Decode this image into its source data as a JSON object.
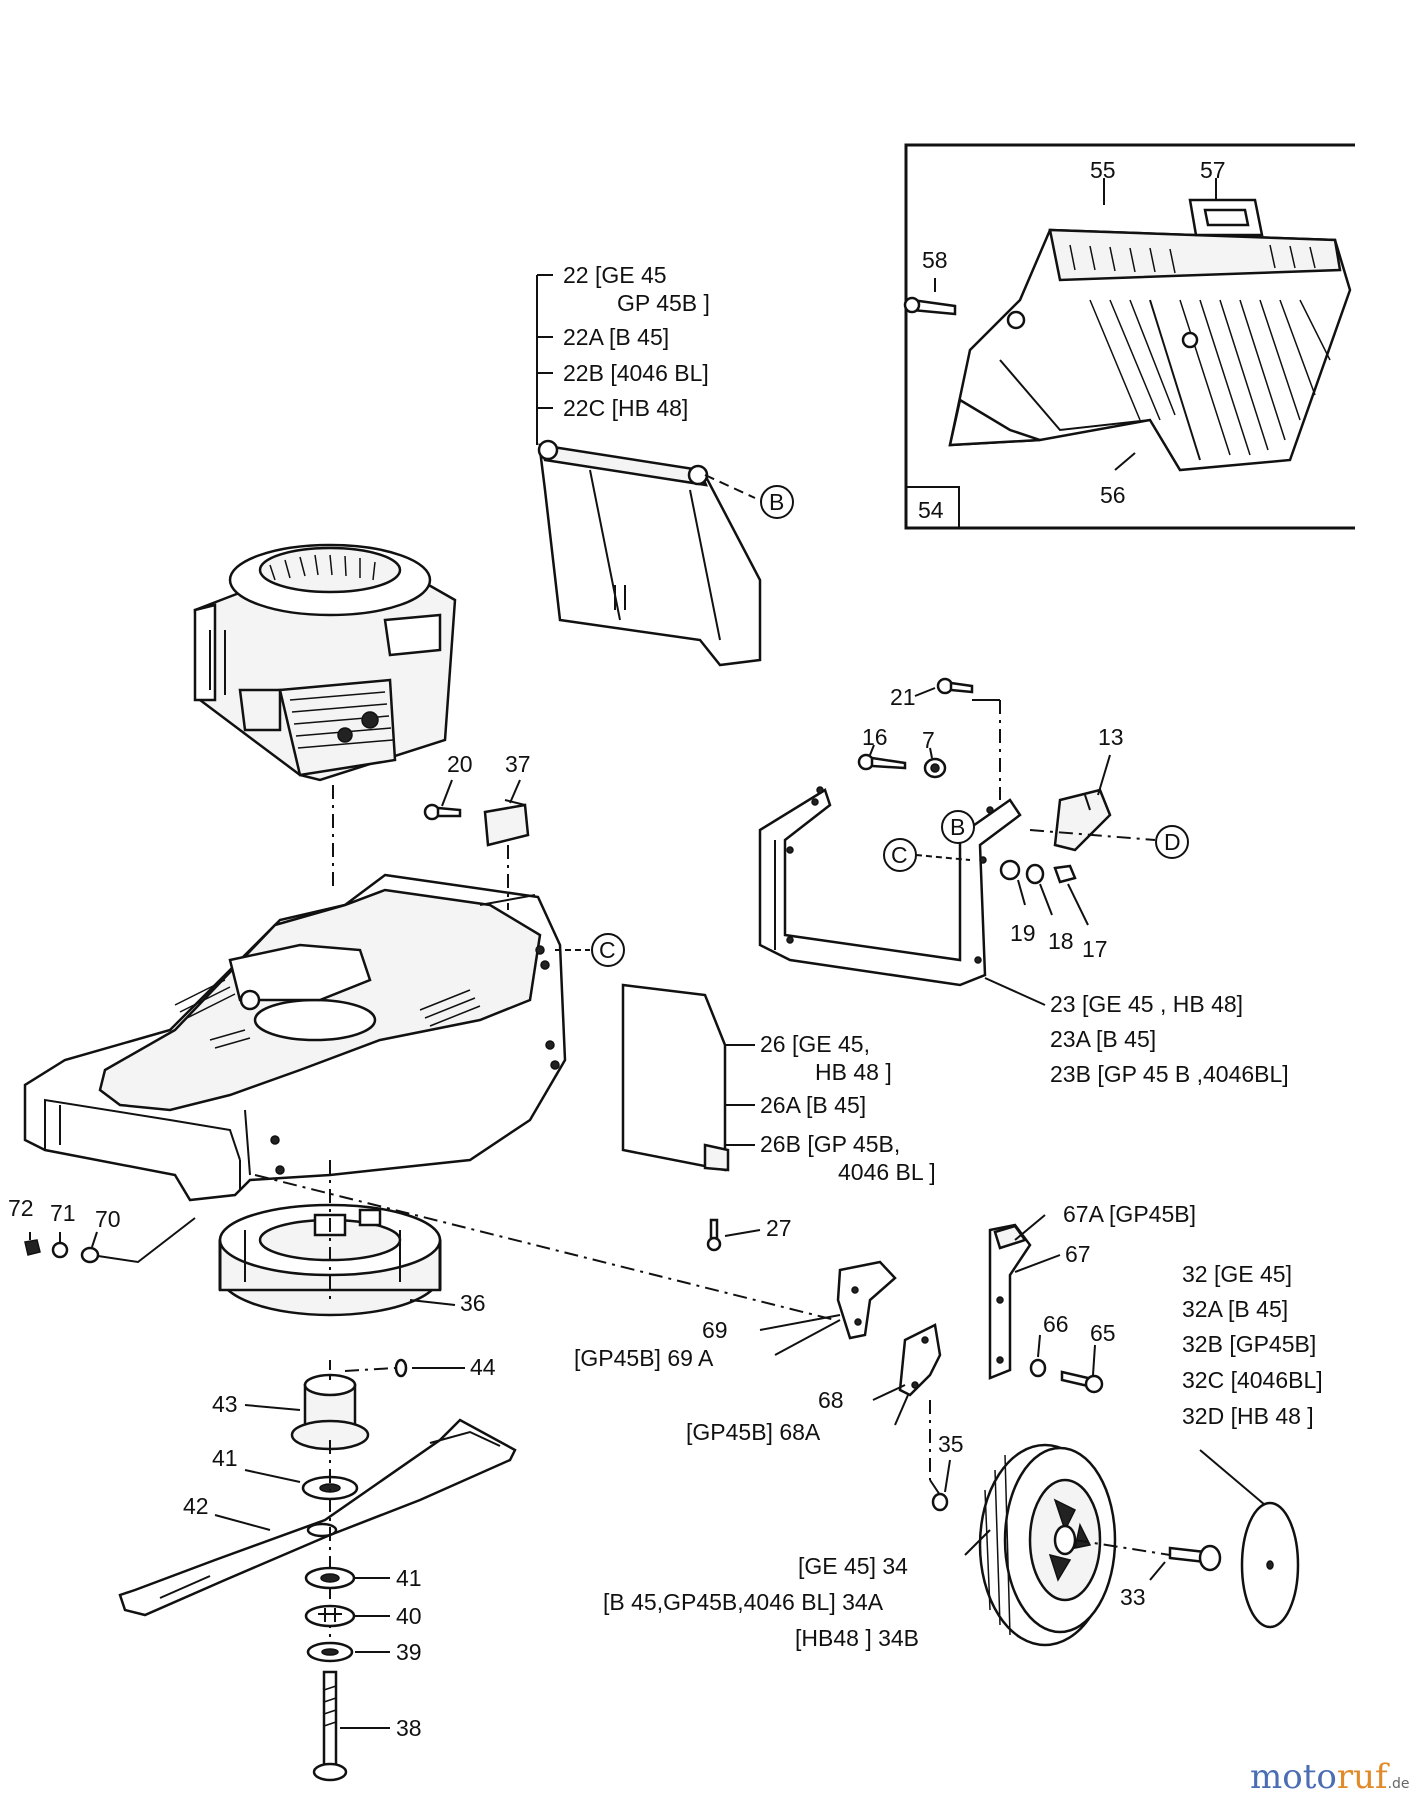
{
  "inset": {
    "box_label": "54",
    "labels": [
      "55",
      "57",
      "58",
      "56"
    ]
  },
  "callouts": {
    "B": "B",
    "C": "C",
    "D": "D"
  },
  "labels": {
    "l22": "22 [GE 45",
    "l22b": "GP 45B ]",
    "l22A": "22A [B 45]",
    "l22B": "22B [4046 BL]",
    "l22C": "22C [HB 48]",
    "l21": "21",
    "l16": "16",
    "l7": "7",
    "l13": "13",
    "l20": "20",
    "l37": "37",
    "l19": "19",
    "l18": "18",
    "l17": "17",
    "l23": "23 [GE 45 , HB 48]",
    "l23A": "23A [B 45]",
    "l23B": "23B [GP 45 B ,4046BL]",
    "l26": "26 [GE 45,",
    "l26b": "HB 48 ]",
    "l26A": "26A [B 45]",
    "l26B": "26B [GP 45B,",
    "l26Bb": "4046 BL ]",
    "l27": "27",
    "l72": "72",
    "l71": "71",
    "l70": "70",
    "l36": "36",
    "l44": "44",
    "l43": "43",
    "l41a": "41",
    "l42": "42",
    "l41b": "41",
    "l40": "40",
    "l39": "39",
    "l38": "38",
    "l67A": "67A [GP45B]",
    "l67": "67",
    "l69": "69",
    "l69A": "[GP45B] 69 A",
    "l66": "66",
    "l65": "65",
    "l68": "68",
    "l68A": "[GP45B] 68A",
    "l35": "35",
    "l32": "32 [GE 45]",
    "l32A": "32A [B 45]",
    "l32B": "32B [GP45B]",
    "l32C": "32C [4046BL]",
    "l32D": "32D [HB 48 ]",
    "l34": "[GE 45]  34",
    "l34A": "[B 45,GP45B,4046 BL]  34A",
    "l34B": "[HB48 ]  34B",
    "l33": "33"
  },
  "watermark": {
    "part1": "moto",
    "part2": "ruf",
    "suffix": ".de"
  }
}
